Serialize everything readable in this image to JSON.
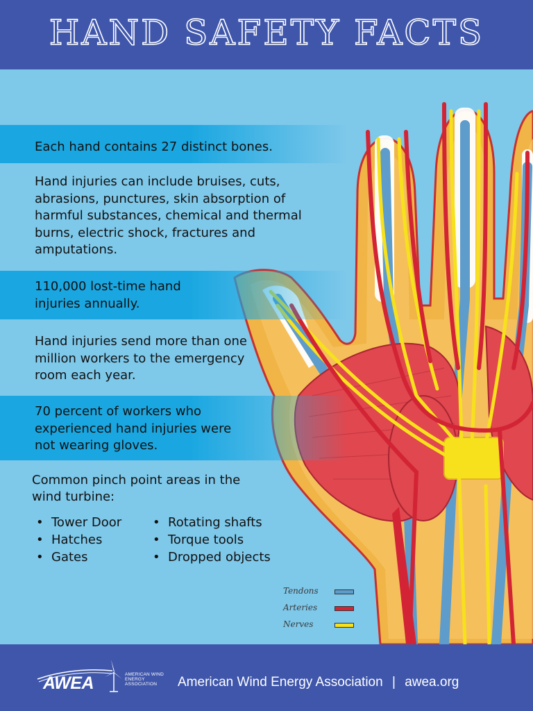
{
  "header": {
    "title": "HAND SAFETY FACTS"
  },
  "facts": [
    "Each hand contains 27 distinct bones.",
    "Hand injuries can include bruises, cuts, abrasions, punctures, skin absorption of harmful substances, chemical and thermal burns, electric shock, fractures and amputations.",
    "110,000 lost-time hand injuries annually.",
    "Hand injuries send more than one million workers to the emergency room each year.",
    "70 percent of workers who experienced hand injuries were not wearing gloves."
  ],
  "pinch": {
    "title": "Common pinch point areas in the wind turbine:",
    "left_items": [
      "Tower Door",
      "Hatches",
      "Gates"
    ],
    "right_items": [
      "Rotating shafts",
      "Torque tools",
      "Dropped objects"
    ]
  },
  "legend": [
    {
      "label": "Tendons",
      "color": "#5d9ccb"
    },
    {
      "label": "Arteries",
      "color": "#d22434"
    },
    {
      "label": "Nerves",
      "color": "#f7e11c"
    }
  ],
  "colors": {
    "header_bg": "#3f56ab",
    "main_bg": "#7ec8ea",
    "band": "#1aa7e1",
    "skin": "#f0b546",
    "muscle": "#e0474f",
    "tendon": "#5d9ccb",
    "artery": "#d22434",
    "nerve": "#f7e11c"
  },
  "footer": {
    "logo_text": "AWEA",
    "logo_subtext": "AMERICAN WIND ENERGY ASSOCIATION",
    "org_name": "American Wind Energy Association",
    "separator": "|",
    "website": "awea.org"
  }
}
